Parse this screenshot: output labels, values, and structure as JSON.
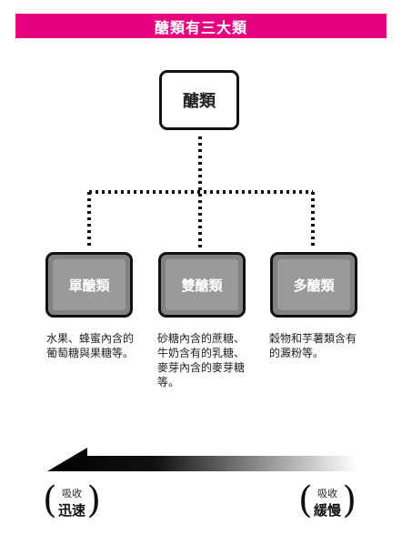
{
  "title": "醣類有三大類",
  "root": {
    "label": "醣類"
  },
  "categories": [
    {
      "label": "單醣類",
      "description": "水果、蜂蜜內含的葡萄糖與果糖等。"
    },
    {
      "label": "雙醣類",
      "description": "砂糖內含的蔗糖、牛奶含有的乳糖、麥芽內含的麥芽糖等。"
    },
    {
      "label": "多醣類",
      "description": "穀物和芋薯類含有的澱粉等。"
    }
  ],
  "absorption": {
    "fast": {
      "small": "吸收",
      "big": "迅速"
    },
    "slow": {
      "small": "吸收",
      "big": "緩慢"
    }
  }
}
